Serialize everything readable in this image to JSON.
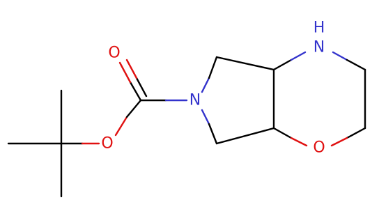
{
  "colors": {
    "carbon_bond": "#000000",
    "nitrogen": "#3333cc",
    "oxygen": "#e01010",
    "background": "#ffffff"
  },
  "atoms": {
    "carbonyl_oxygen": "O",
    "ester_oxygen": "O",
    "pyrrolidine_nitrogen": "N",
    "amine_nitrogen": "H",
    "amine_nitrogen_symbol": "N",
    "ring_oxygen": "O"
  }
}
